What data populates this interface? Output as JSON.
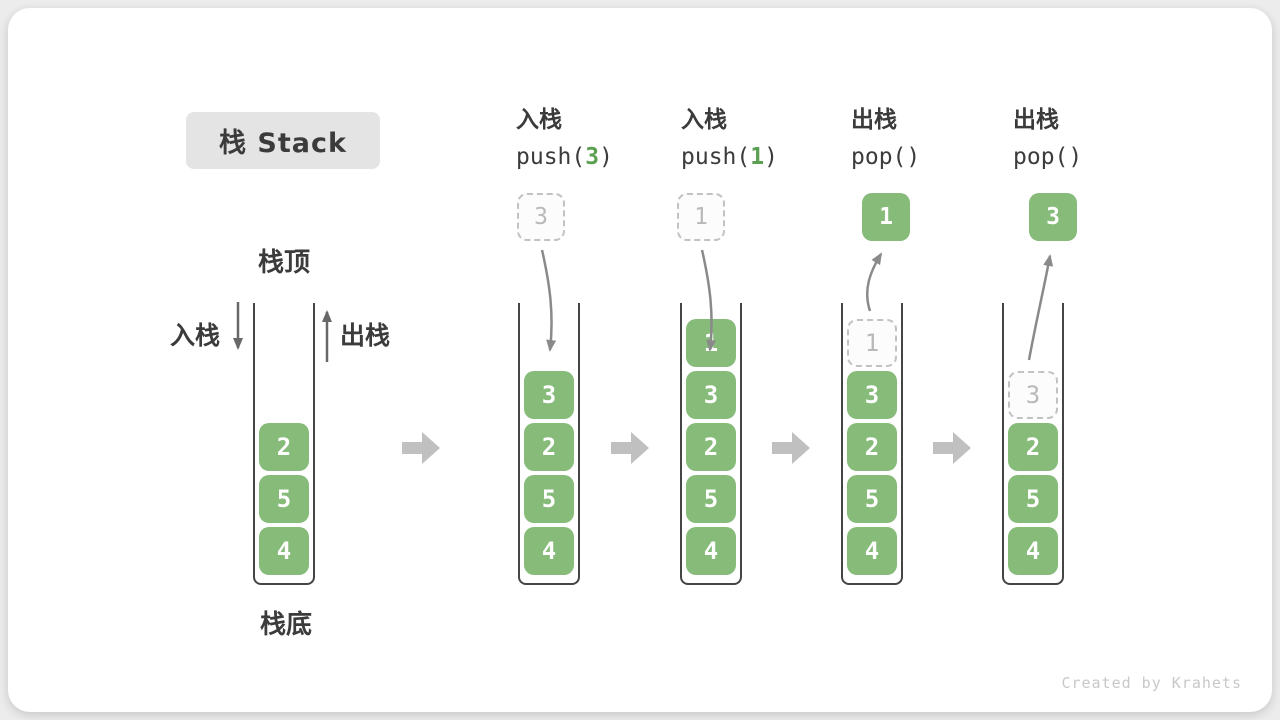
{
  "title": {
    "text": "栈 Stack"
  },
  "labels": {
    "stack_top": "栈顶",
    "stack_bottom": "栈底",
    "push_side": "入栈",
    "pop_side": "出栈"
  },
  "operations": [
    {
      "label": "入栈",
      "code": {
        "prefix": "push(",
        "arg": "3",
        "suffix": ")"
      }
    },
    {
      "label": "入栈",
      "code": {
        "prefix": "push(",
        "arg": "1",
        "suffix": ")"
      }
    },
    {
      "label": "出栈",
      "code": {
        "prefix": "pop(",
        "arg": "",
        "suffix": ")"
      }
    },
    {
      "label": "出栈",
      "code": {
        "prefix": "pop(",
        "arg": "",
        "suffix": ")"
      }
    }
  ],
  "floating_boxes": {
    "push3_ghost": {
      "value": "3",
      "kind": "ghost"
    },
    "push1_ghost": {
      "value": "1",
      "kind": "ghost"
    },
    "pop1_result": {
      "value": "1",
      "kind": "result"
    },
    "pop3_result": {
      "value": "3",
      "kind": "result"
    }
  },
  "stacks": [
    {
      "name": "initial",
      "cells": [
        {
          "value": "4",
          "slot": 0
        },
        {
          "value": "5",
          "slot": 1
        },
        {
          "value": "2",
          "slot": 2
        }
      ]
    },
    {
      "name": "after-push-3",
      "cells": [
        {
          "value": "4",
          "slot": 0
        },
        {
          "value": "5",
          "slot": 1
        },
        {
          "value": "2",
          "slot": 2
        },
        {
          "value": "3",
          "slot": 3
        }
      ]
    },
    {
      "name": "after-push-1",
      "cells": [
        {
          "value": "4",
          "slot": 0
        },
        {
          "value": "5",
          "slot": 1
        },
        {
          "value": "2",
          "slot": 2
        },
        {
          "value": "3",
          "slot": 3
        },
        {
          "value": "1",
          "slot": 4
        }
      ]
    },
    {
      "name": "pop-1",
      "cells": [
        {
          "value": "4",
          "slot": 0
        },
        {
          "value": "5",
          "slot": 1
        },
        {
          "value": "2",
          "slot": 2
        },
        {
          "value": "3",
          "slot": 3
        },
        {
          "value": "1",
          "slot": 4,
          "ghost": true
        }
      ]
    },
    {
      "name": "pop-3",
      "cells": [
        {
          "value": "4",
          "slot": 0
        },
        {
          "value": "5",
          "slot": 1
        },
        {
          "value": "2",
          "slot": 2
        },
        {
          "value": "3",
          "slot": 3,
          "ghost": true
        }
      ]
    }
  ],
  "watermark": "Created by Krahets",
  "colors": {
    "card_bg": "#ffffff",
    "green": "#86bb79",
    "code_green": "#5ba052",
    "dark": "#3b3b3b",
    "wall": "#454545",
    "ghost_bg": "#fcfcfc",
    "ghost_border": "#c2c2c2",
    "ghost_text": "#b9b9b9",
    "curve_arrow": "#8a8a8a",
    "side_arrow": "#686868",
    "block_arrow": "#c0c0c0",
    "title_bg": "#e4e4e4",
    "watermark": "#c8c8c8"
  }
}
